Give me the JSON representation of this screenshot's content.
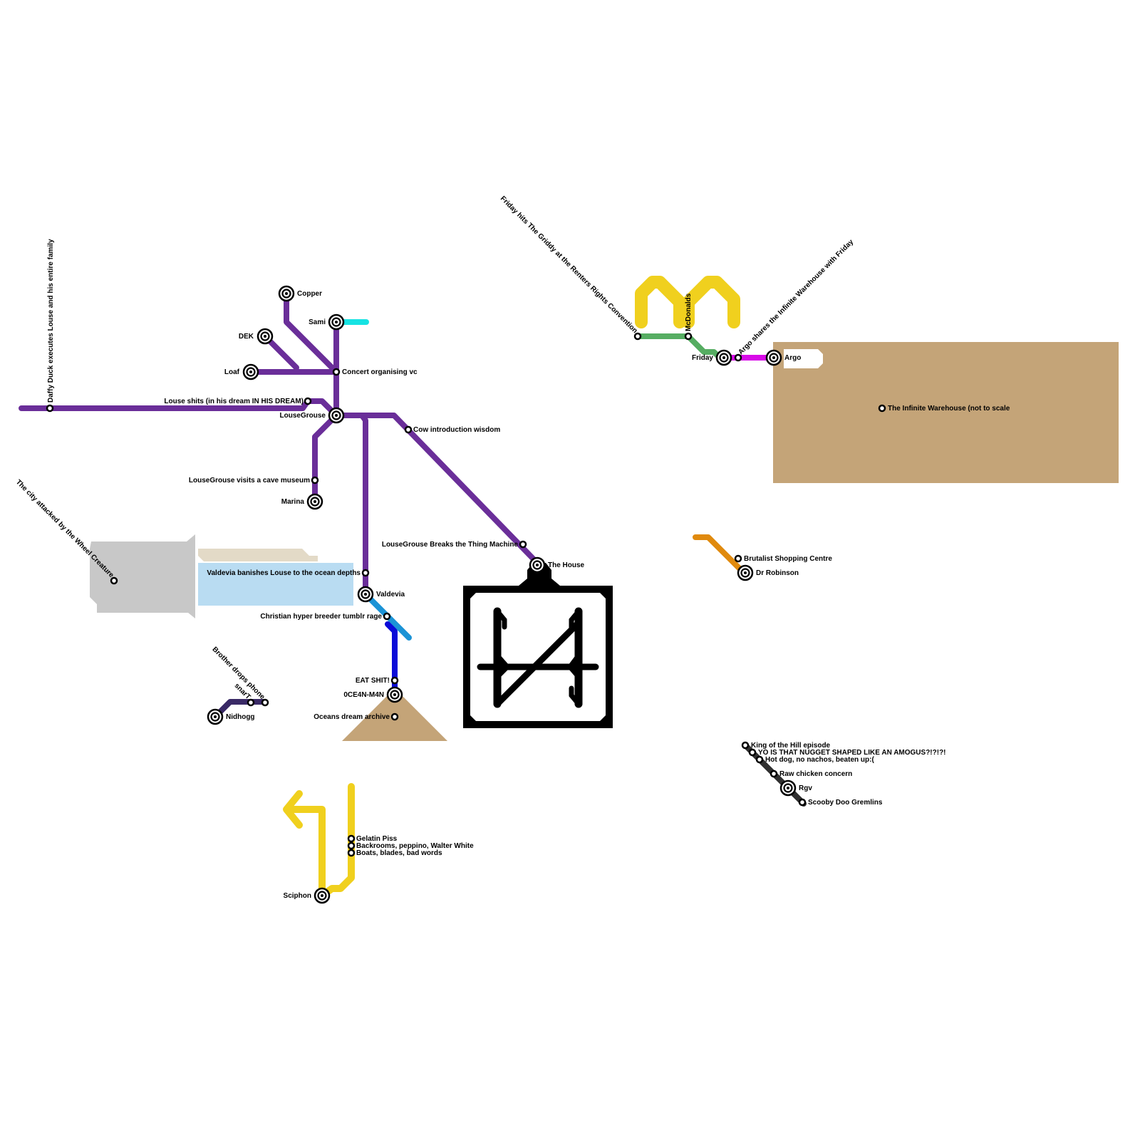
{
  "colors": {
    "background": "#ffffff",
    "purple_line": "#6a2e99",
    "cyan_line": "#17e3e3",
    "light_blue_line": "#1b93d6",
    "blue_line": "#0a0ad8",
    "yellow_line": "#f0d01e",
    "green_line": "#56ad62",
    "magenta_line": "#d80ae8",
    "orange_line": "#e08a0e",
    "dark_line": "#303030",
    "navy_line": "#3a2a66",
    "tan_area": "#c4a478",
    "grey_area": "#c8c8c8",
    "beige_area": "#e3dac7",
    "water_area": "#b9dcf2",
    "station_outline": "#000000",
    "black_symbol": "#000000"
  },
  "icons": {
    "interchange": "double-ring-station-icon",
    "stop": "ring-stop-icon",
    "mcdonalds": "golden-arches-icon",
    "the_house": "boxed-glyph-icon",
    "triangle": "triangle-mound-icon",
    "arrow": "curved-arrow-icon"
  },
  "labels": {
    "copper": "Copper",
    "sami": "Sami",
    "dek": "DEK",
    "loaf": "Loaf",
    "concert": "Concert organising vc",
    "daffy": "Daffy Duck executes Louse and his entire family",
    "louse_shits": "Louse shits (in his dream IN HIS DREAM)",
    "lousegrouse": "LouseGrouse",
    "cow": "Cow introduction wisdom",
    "cave_museum": "LouseGrouse visits a cave museum",
    "marina": "Marina",
    "wheel_creature": "The city attacked by the Wheel Creature",
    "breaks_machine": "LouseGrouse Breaks the Thing Machine",
    "the_house": "The House",
    "valdevia_banishes": "Valdevia banishes Louse to the ocean depths",
    "valdevia": "Valdevia",
    "christian": "Christian hyper breeder tumblr rage",
    "eat_shit": "EAT SHIT!",
    "oceanman": "0CE4N-M4N",
    "oceans_archive": "Oceans dream archive",
    "brother_drops": "Brother drops phone",
    "snart": "snarT",
    "nidhogg": "Nidhogg",
    "gelatin": "Gelatin Piss",
    "backrooms": "Backrooms, peppino, Walter White",
    "boats": "Boats, blades, bad words",
    "sciphon": "Sciphon",
    "friday_griddy": "Friday hits The Griddy at the Renters Rights Convention",
    "mcdonalds": "McDonalds",
    "friday": "Friday",
    "argo_shares": "Argo shares the Infinite Warehouse with Friday",
    "argo": "Argo",
    "infinite_warehouse": "The Infinite Warehouse (not to scale",
    "brutalist": "Brutalist Shopping Centre",
    "dr_robinson": "Dr Robinson",
    "king_of_hill": "King of the Hill episode",
    "yo_nugget": "YO IS THAT NUGGET SHAPED LIKE AN AMOGUS?!?!?!",
    "hot_dog": "Hot dog, no nachos, beaten up:(",
    "raw_chicken": "Raw chicken concern",
    "rgv": "Rgv",
    "scooby": "Scooby Doo Gremlins"
  }
}
